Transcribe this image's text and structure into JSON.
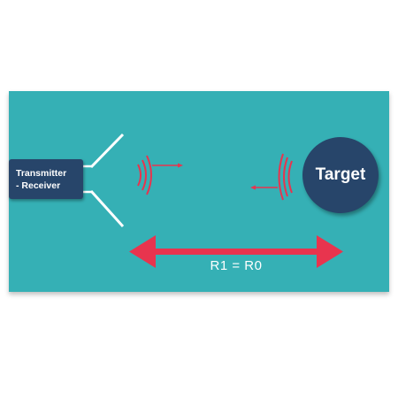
{
  "transmitter": {
    "line1": "Transmitter",
    "line2": "- Receiver"
  },
  "target": {
    "label": "Target"
  },
  "range": {
    "label": "R1 = R0"
  },
  "colors": {
    "background": "#35b0b5",
    "box": "#27456a",
    "arrow": "#e8344e",
    "text": "#ffffff"
  }
}
